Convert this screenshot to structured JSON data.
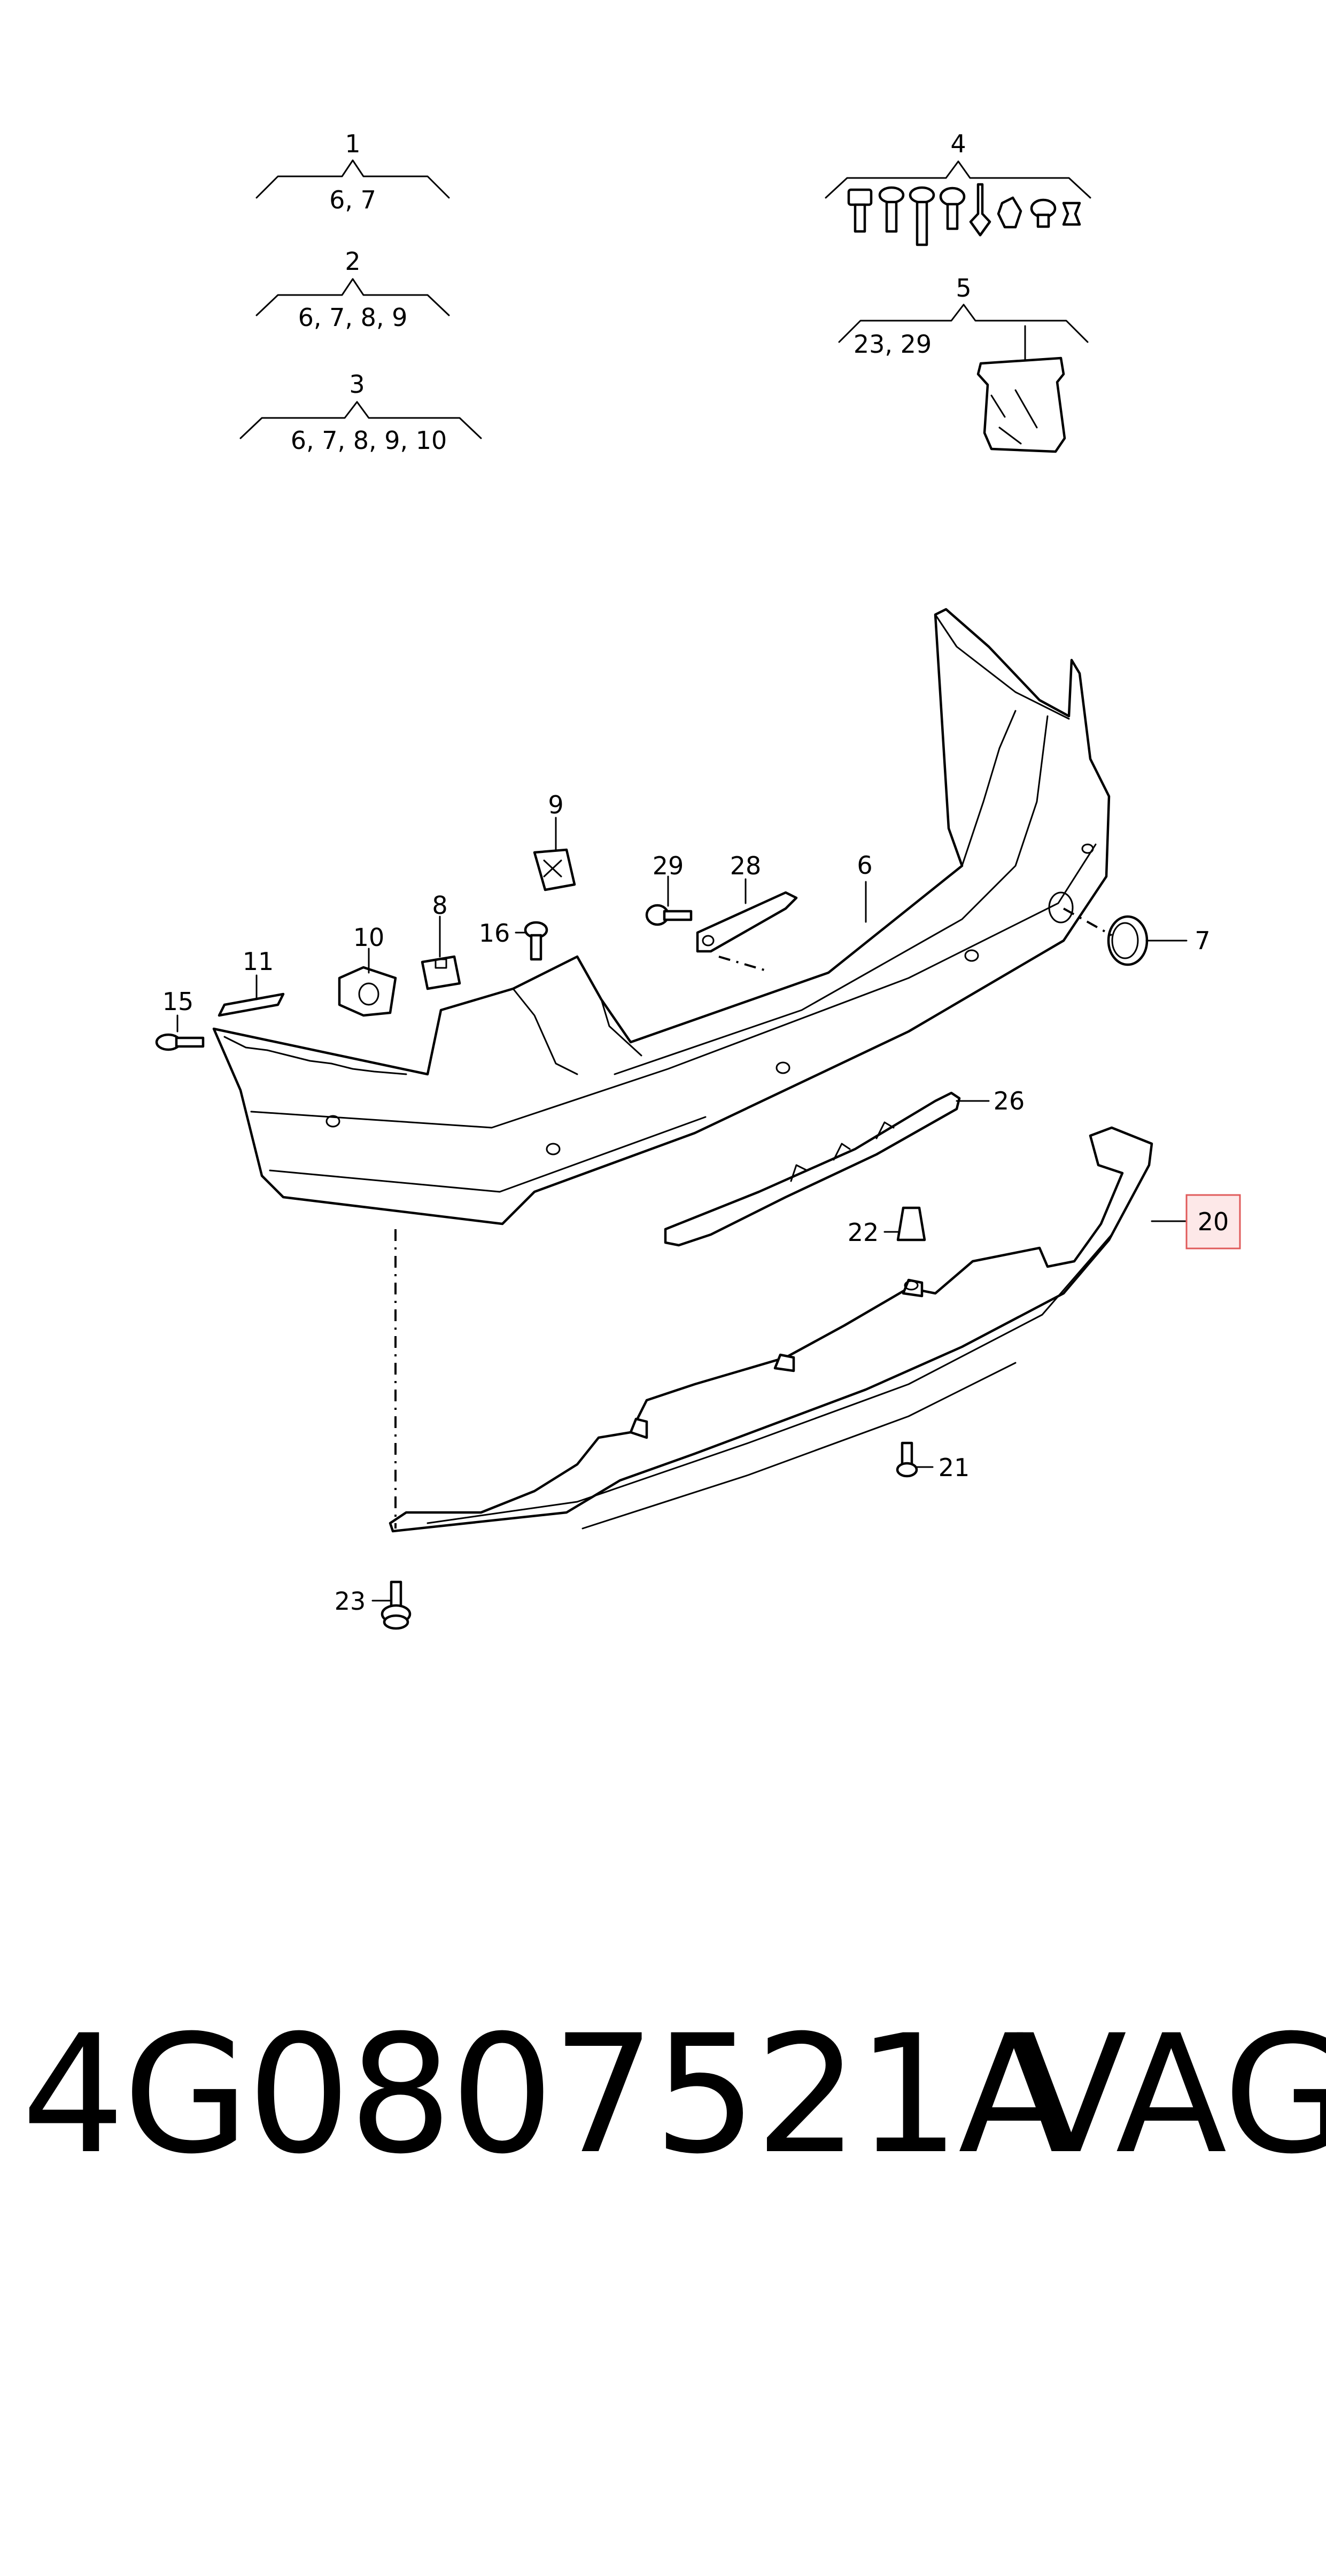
{
  "groups": [
    {
      "number": "1",
      "parts": "6, 7"
    },
    {
      "number": "2",
      "parts": "6, 7, 8, 9"
    },
    {
      "number": "3",
      "parts": "6, 7, 8, 9, 10"
    },
    {
      "number": "4",
      "parts": ""
    },
    {
      "number": "5",
      "parts": "23, 29"
    }
  ],
  "callouts": [
    "6",
    "7",
    "8",
    "9",
    "10",
    "11",
    "15",
    "16",
    "20",
    "21",
    "22",
    "23",
    "26",
    "28",
    "29"
  ],
  "highlighted_callout": "20",
  "highlight_color": "#e05a5a",
  "footer": {
    "part_number": "4G0807521A",
    "brand": "VAG"
  }
}
